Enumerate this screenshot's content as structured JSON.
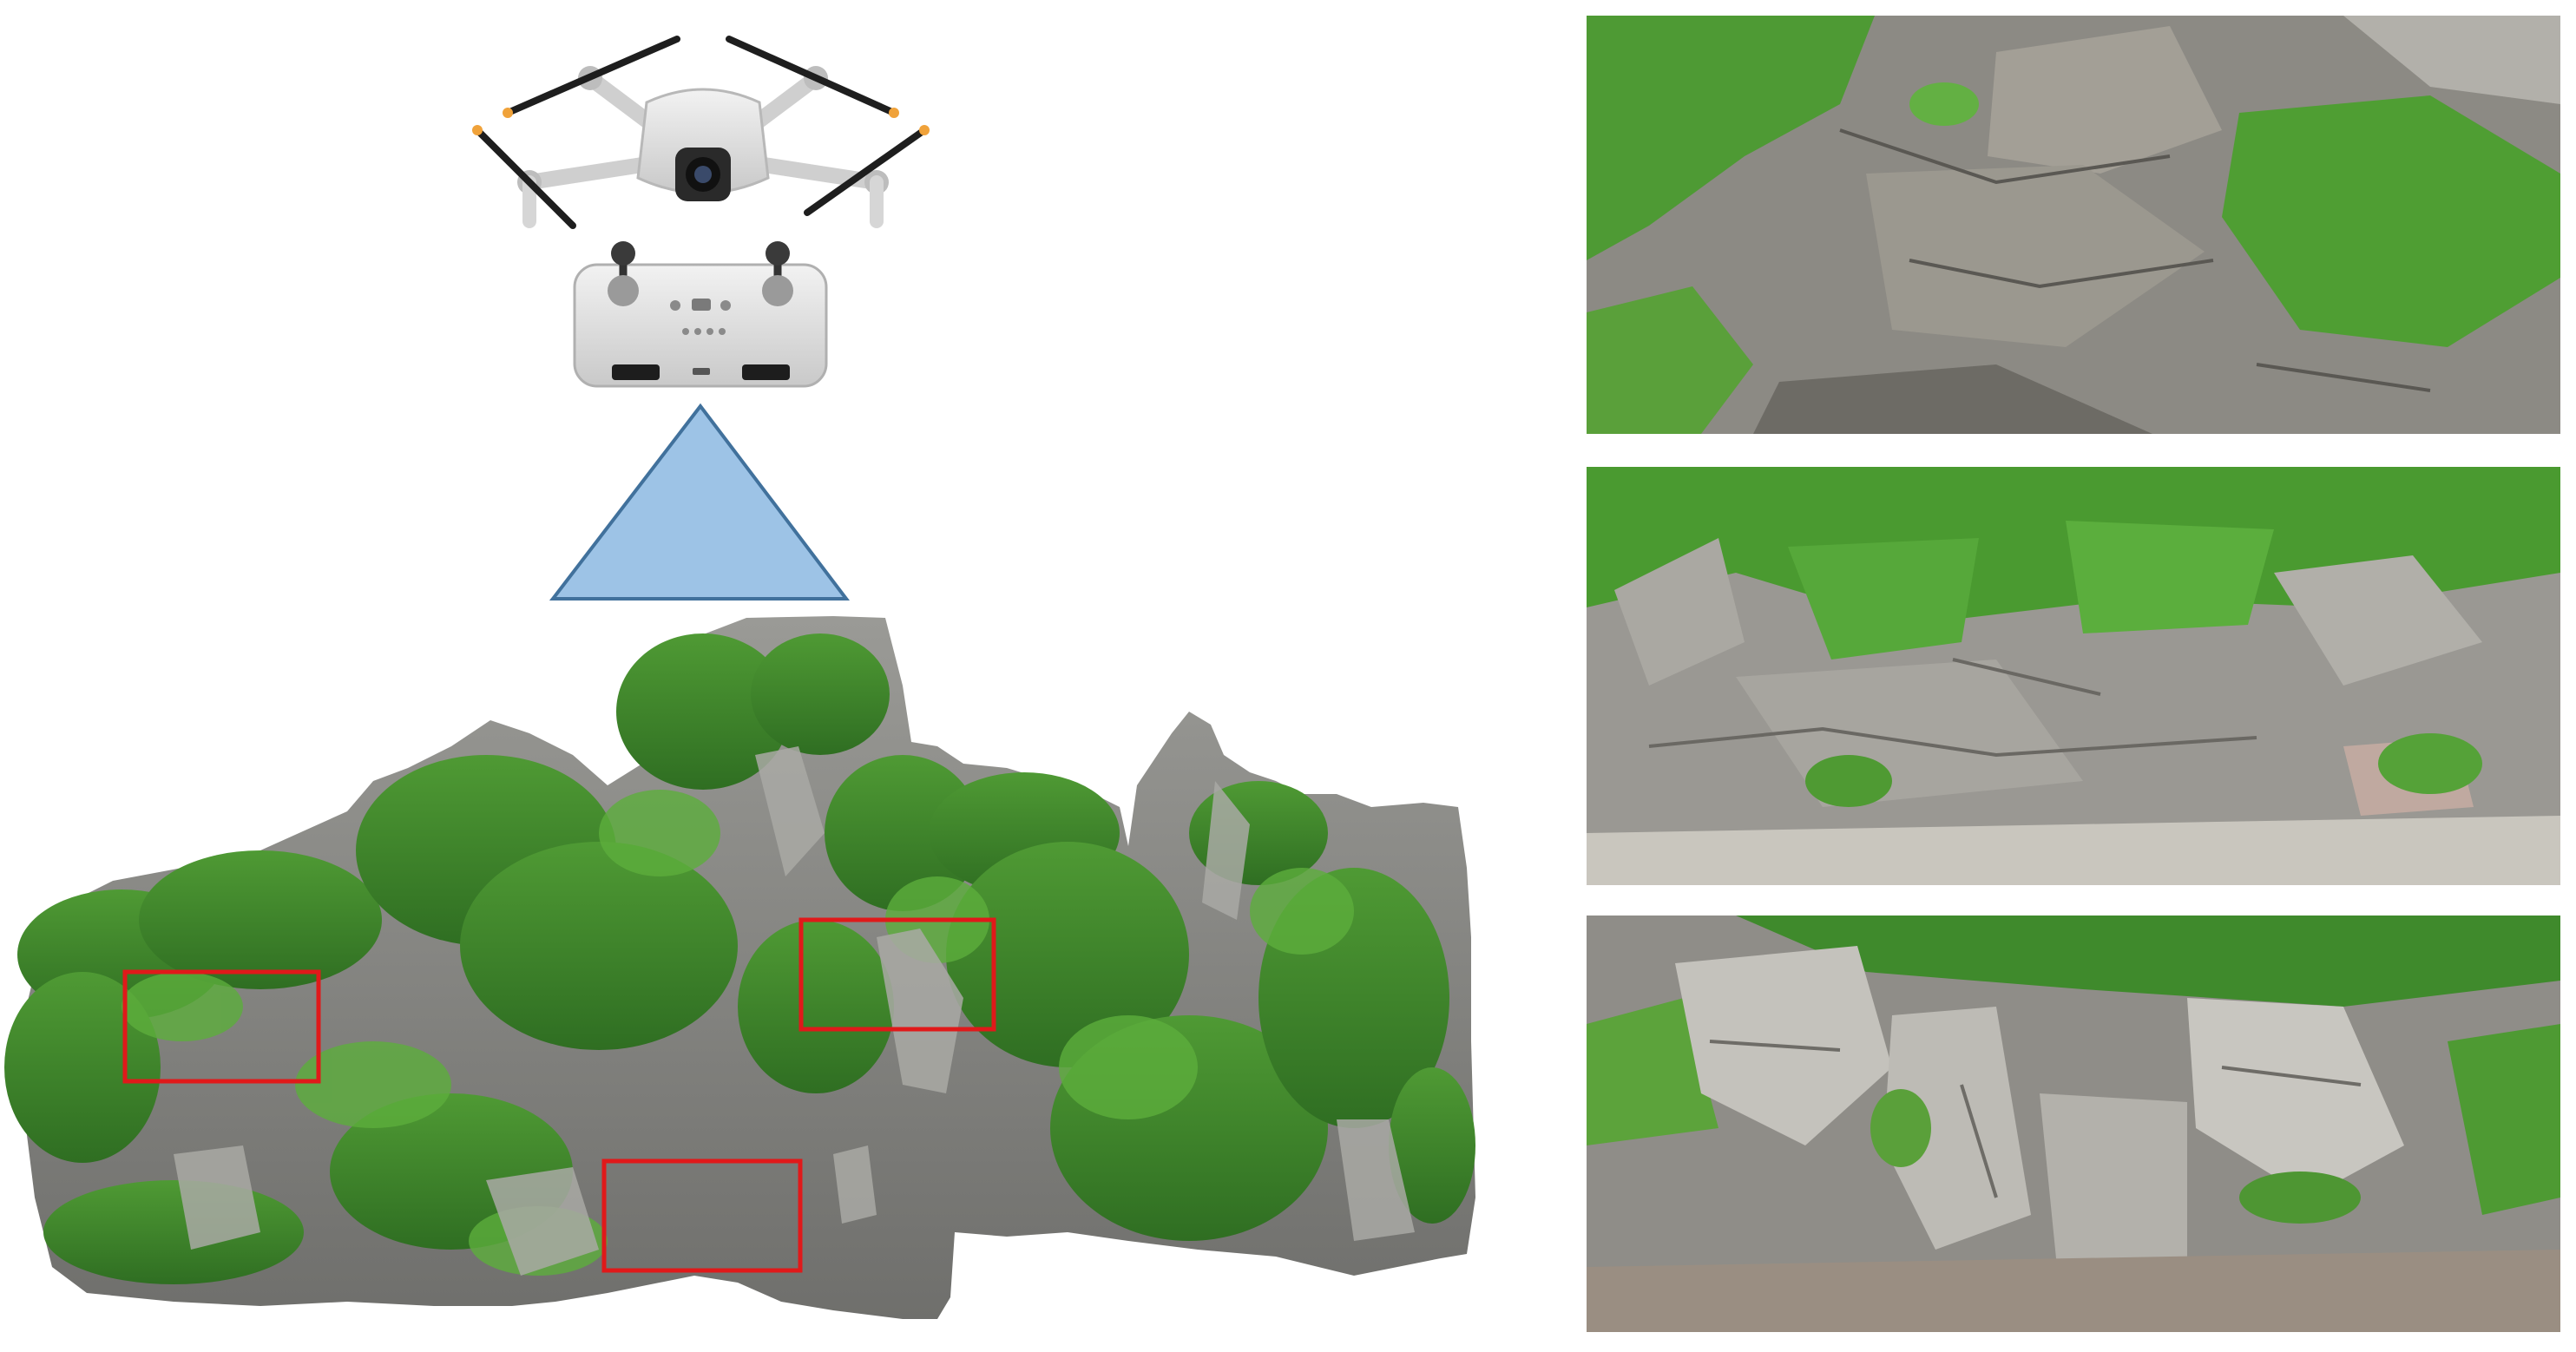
{
  "figure": {
    "kind": "uav-photogrammetry-cliff-survey",
    "colors": {
      "background": "#ffffff",
      "triangle_fill": "#9dc3e6",
      "triangle_stroke": "#41719c",
      "highlight_box": "#e0191a",
      "vegetation": "#3f8a2a",
      "rock": "#8e8e8c",
      "drone_body": "#e7e7e7"
    },
    "icons": [
      "drone-icon",
      "remote-controller-icon",
      "camera-view-triangle-icon"
    ],
    "model": {
      "name": "cliff-3d-model",
      "highlight_count": 3
    },
    "photos": [
      {
        "name": "close-up-photo-1"
      },
      {
        "name": "close-up-photo-2"
      },
      {
        "name": "close-up-photo-3"
      }
    ]
  }
}
